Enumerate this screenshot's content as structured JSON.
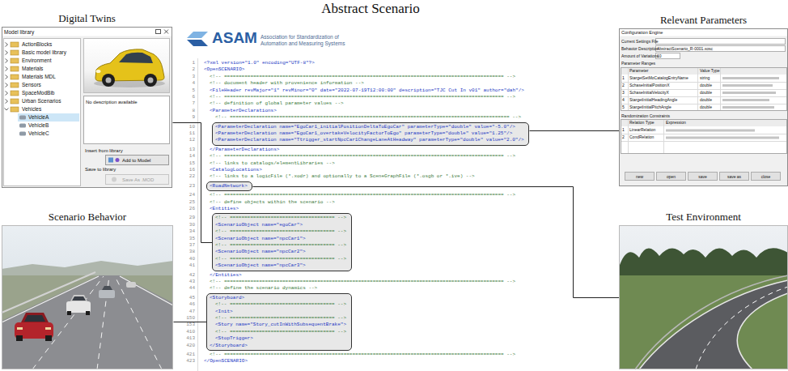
{
  "diagram": {
    "nodes": [
      {
        "text": [
          "Digital Twins"
        ]
      },
      {
        "text": [
          "Abstract Scenario",
          "ASAM",
          "Association for Standardization of Automation and Measuring Systems"
        ]
      },
      {
        "text": [
          "<ParameterDeclaration name=\"EgoCar1_initialPositionDeltaToEgoCar\" parameterType=\"double\" value=\"-5.0\"/>",
          "<ParameterDeclaration name=\"EgoCar1_overtakeVelocityFactorToEgo\" parameterType=\"double\" value=\"1.25\"/>",
          "<ParameterDeclaration name=\"Ttrigger_startNpcCar1ChangeLaneAtHeadway\" parameterType=\"double\" value=\"2.0\"/>"
        ],
        "in": 1
      },
      {
        "text": [
          "<RoadNetwork>"
        ],
        "in": 1
      },
      {
        "text": [
          "<!-- ==================================== -->",
          "<ScenarioObject name=\"egoCar\">",
          "<!-- ==================================== -->",
          "<ScenarioObject name=\"npcCar1\">",
          "<!-- ==================================== -->",
          "<ScenarioObject name=\"npcCar2\">",
          "<!-- ==================================== -->",
          "<ScenarioObject name=\"npcCar3\">"
        ],
        "in": 1
      },
      {
        "text": [
          "<Storyboard>",
          "<!-- ==================================== -->",
          "<Init>",
          "<!-- ==================================== -->",
          "<Story name=\"Story_cutInWithSubsequentBrake\">",
          "<!-- ==================================== -->",
          "<StopTrigger>",
          "</Storyboard>"
        ],
        "in": 1
      },
      {
        "text": [
          "Relevant Parameters"
        ]
      },
      {
        "text": [
          "Scenario Behavior"
        ]
      },
      {
        "text": [
          "Test Environment"
        ]
      }
    ],
    "edges": [
      {
        "from": 4,
        "to": 0,
        "arrow": "none"
      },
      {
        "from": 2,
        "to": 6,
        "arrow": "none"
      },
      {
        "from": 3,
        "to": 8,
        "arrow": "none"
      },
      {
        "from": 5,
        "to": 7,
        "arrow": "none"
      }
    ],
    "labels": [
      "1",
      "<?xml version=\"1.0\" encoding=\"UTF-8\"?>",
      "2",
      "<OpenSCENARIO>",
      "3",
      "<!-- ================================================================================================ -->",
      "4",
      "<!-- document header with provenience information -->",
      "5",
      "<FileHeader revMajor=\"1\" revMinor=\"0\" date=\"2022-07-19T12:00:00\" description=\"TJC Cut In v01\" author=\"dah\"/>",
      "6",
      "<!-- ================================================================================================ -->",
      "7",
      "<!-- definition of global parameter values -->",
      "8",
      "<ParameterDeclarations>",
      "9",
      "<!-- ================================================================================================ -->",
      "10",
      "11",
      "12",
      "13",
      "</ParameterDeclarations>",
      "14",
      "<!-- ================================================================================================ -->",
      "15",
      "<!-- links to catalogs/elementLibraries -->",
      "16",
      "<CatalogLocations>",
      "22",
      "<!-- links to a logicFile (*.xodr) and optionally to a SceneGraphFile (*.osgb or *.ive) -->",
      "23",
      "24",
      "<!-- ================================================================================================ -->",
      "25",
      "<!-- define objects within the scenario -->",
      "26",
      "<Entities>",
      "29",
      "30",
      "34",
      "35",
      "37",
      "38",
      "40",
      "41",
      "42",
      "</Entities>",
      "43",
      "<!-- ================================================================================================ -->",
      "44",
      "<!-- define the scenario dynamics -->",
      "45",
      "46",
      "47",
      "150",
      "153",
      "410",
      "413",
      "420",
      "421",
      "<!-- ================================================================================================ -->",
      "423",
      "</OpenSCENARIO>",
      "Model library",
      "ActionBlocks",
      "Basic model library",
      "Environment",
      "Materials",
      "Materials MDL",
      "Sensors",
      "SpaceModBib",
      "Urban Scenarios",
      "Vehicles",
      "VehicleA",
      "VehicleB",
      "VehicleC",
      "No description available",
      "Insert from library",
      "Add to Model",
      "Save to library",
      "Save As .MOD",
      "Configuration Engine",
      "Current Settings File",
      "Behavior Description",
      "AbstractScenario_R-0001.xosc",
      "Amount of Variations",
      "10",
      "Parameter Ranges",
      "Parameter",
      "Value Type",
      "1",
      "StargetSetMoCatalogEntryName",
      "string",
      "2",
      "SchaseInitialPositionX",
      "double",
      "3",
      "SchaseInitialVelocityX",
      "double",
      "4",
      "StargetInitialHeadingAngle",
      "double",
      "5",
      "StargetInitialPitchAngle",
      "double",
      "Randomization Constraints",
      "Relation Type",
      "Expression",
      "1",
      "LinearRelation",
      "2",
      "CondRelation",
      "new",
      "open",
      "save",
      "save as",
      "close"
    ]
  }
}
